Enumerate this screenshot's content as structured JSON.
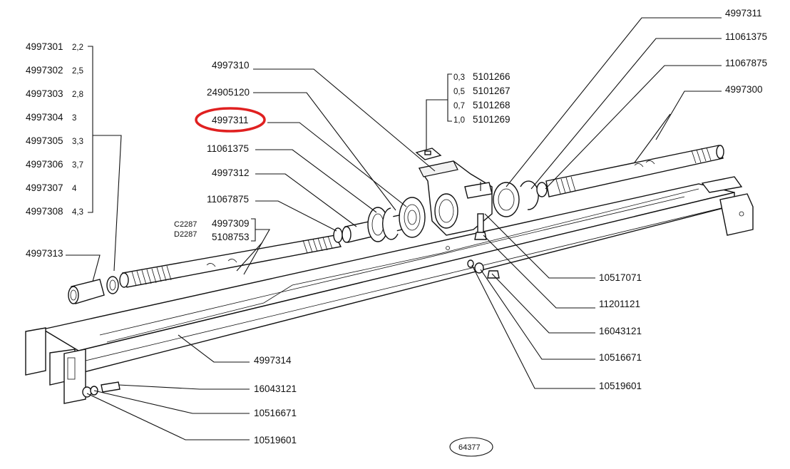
{
  "left_group": {
    "items": [
      {
        "part": "4997301",
        "size": "2,2"
      },
      {
        "part": "4997302",
        "size": "2,5"
      },
      {
        "part": "4997303",
        "size": "2,8"
      },
      {
        "part": "4997304",
        "size": "3"
      },
      {
        "part": "4997305",
        "size": "3,3"
      },
      {
        "part": "4997306",
        "size": "3,7"
      },
      {
        "part": "4997307",
        "size": "4"
      },
      {
        "part": "4997308",
        "size": "4,3"
      }
    ]
  },
  "shim_group": {
    "items": [
      {
        "size": "0,3",
        "part": "5101266"
      },
      {
        "size": "0,5",
        "part": "5101267"
      },
      {
        "size": "0,7",
        "part": "5101268"
      },
      {
        "size": "1,0",
        "part": "5101269"
      }
    ]
  },
  "labels": {
    "p4997310": "4997310",
    "p24905120": "24905120",
    "p4997311_circled": "4997311",
    "p11061375_left": "11061375",
    "p4997312": "4997312",
    "p11067875_left": "11067875",
    "p4997313": "4997313",
    "variant_c": "C2287",
    "variant_d": "D2287",
    "p4997309": "4997309",
    "p5108753": "5108753",
    "p4997314": "4997314",
    "p16043121_bottom": "16043121",
    "p10516671_bottom": "10516671",
    "p10519601_bottom": "10519601",
    "p4997311_right": "4997311",
    "p11061375_right": "11061375",
    "p11067875_right": "11067875",
    "p4997300": "4997300",
    "p10517071": "10517071",
    "p11201121": "11201121",
    "p16043121_right": "16043121",
    "p10516671_right": "10516671",
    "p10519601_right": "10519601",
    "drawing_number": "64377"
  },
  "colors": {
    "highlight_circle": "#e02020",
    "ink": "#111111",
    "background": "#ffffff"
  }
}
